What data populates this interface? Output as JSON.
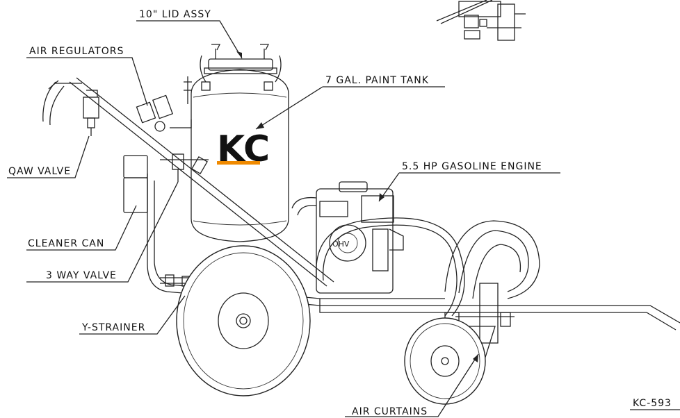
{
  "labels": {
    "lid_assy": "10\" LID ASSY",
    "air_regulators": "AIR REGULATORS",
    "paint_tank": "7 GAL. PAINT TANK",
    "engine": "5.5 HP GASOLINE ENGINE",
    "qaw_valve": "QAW VALVE",
    "cleaner_can": "CLEANER CAN",
    "three_way_valve": "3 WAY VALVE",
    "y_strainer": "Y-STRAINER",
    "air_curtains": "AIR CURTAINS",
    "drawing_number": "KC-593"
  },
  "logo": {
    "text": "KC",
    "underline_color": "#f08a00"
  }
}
